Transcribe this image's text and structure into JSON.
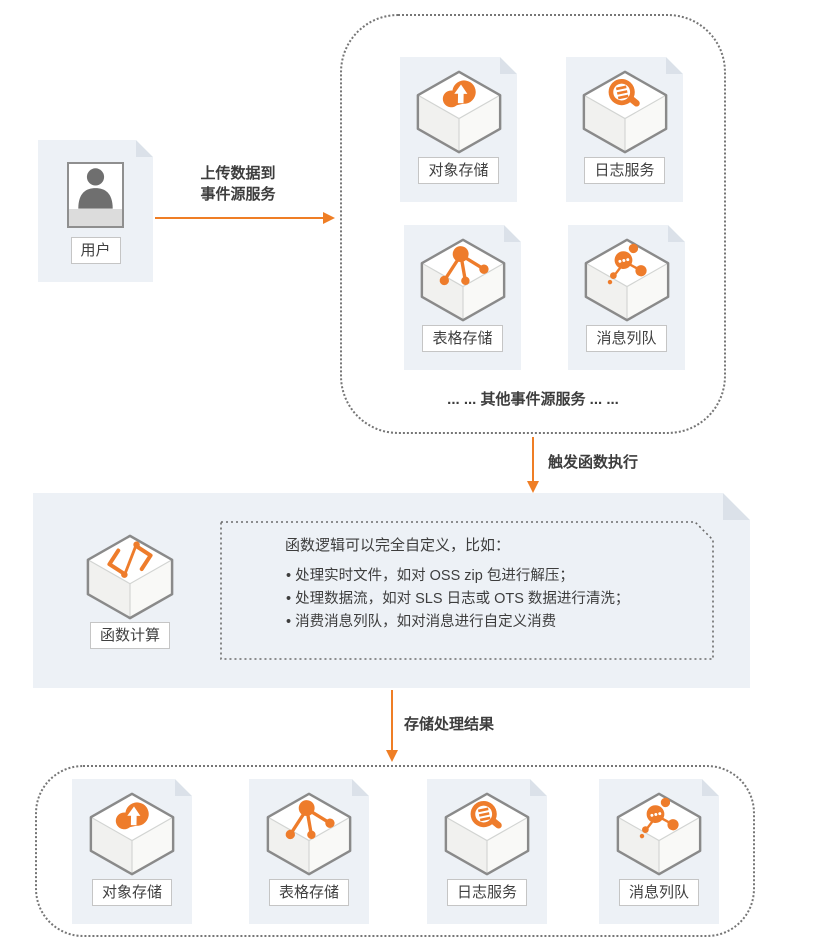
{
  "colors": {
    "accent_orange": "#EF7E25",
    "panel_bg": "#EDF1F6",
    "cube_stroke": "#8A8A8A",
    "dashed_border": "#767676",
    "text": "#404040"
  },
  "user": {
    "label": "用户"
  },
  "flow": {
    "upload_label_line1": "上传数据到",
    "upload_label_line2": "事件源服务",
    "trigger_label": "触发函数执行",
    "store_label": "存储处理结果"
  },
  "event_sources": {
    "tiles": [
      {
        "label": "对象存储",
        "icon": "oss-cloud-upload-icon"
      },
      {
        "label": "日志服务",
        "icon": "log-service-search-icon"
      },
      {
        "label": "表格存储",
        "icon": "table-store-nodes-icon"
      },
      {
        "label": "消息列队",
        "icon": "message-queue-icon"
      }
    ],
    "more_text": "... ... 其他事件源服务 ... ..."
  },
  "function_compute": {
    "label": "函数计算",
    "icon": "function-compute-icon",
    "note_title": "函数逻辑可以完全自定义，比如：",
    "note_bullets": [
      "处理实时文件，如对 OSS zip 包进行解压；",
      "处理数据流，如对 SLS 日志或 OTS 数据进行清洗；",
      "消费消息列队，如对消息进行自定义消费"
    ]
  },
  "result_targets": {
    "tiles": [
      {
        "label": "对象存储",
        "icon": "oss-cloud-upload-icon"
      },
      {
        "label": "表格存储",
        "icon": "table-store-nodes-icon"
      },
      {
        "label": "日志服务",
        "icon": "log-service-search-icon"
      },
      {
        "label": "消息列队",
        "icon": "message-queue-icon"
      }
    ]
  }
}
